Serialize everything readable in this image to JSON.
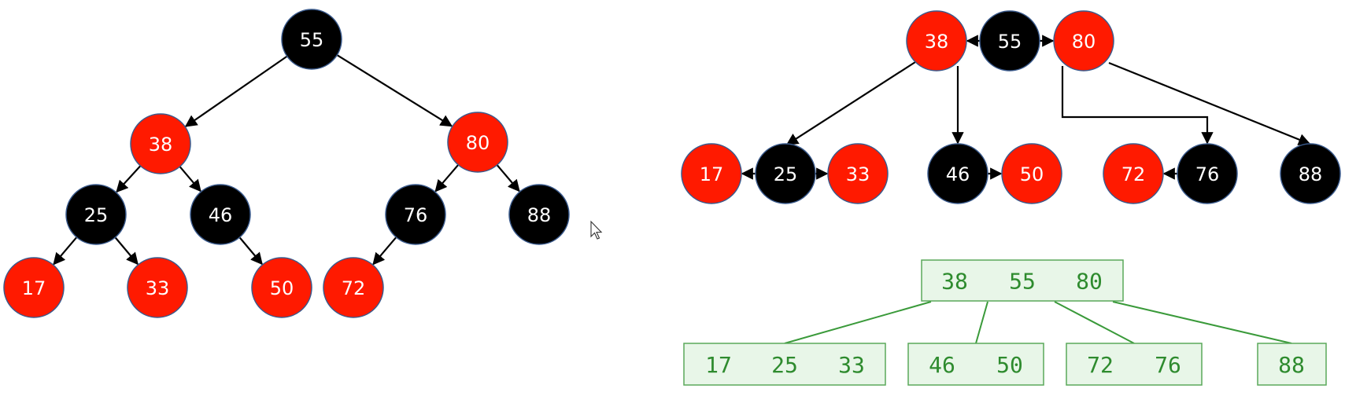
{
  "colors": {
    "red": "#ff1a00",
    "black": "#000000",
    "node_border": "#3a5a8c",
    "green_text": "#2e8b2e",
    "green_box_fill": "#e8f6e8",
    "green_box_stroke": "#5aa85a"
  },
  "rb_tree": {
    "nodes": [
      {
        "key": "55",
        "color": "black"
      },
      {
        "key": "38",
        "color": "red"
      },
      {
        "key": "80",
        "color": "red"
      },
      {
        "key": "25",
        "color": "black"
      },
      {
        "key": "46",
        "color": "black"
      },
      {
        "key": "76",
        "color": "black"
      },
      {
        "key": "88",
        "color": "black"
      },
      {
        "key": "17",
        "color": "red"
      },
      {
        "key": "33",
        "color": "red"
      },
      {
        "key": "50",
        "color": "red"
      },
      {
        "key": "72",
        "color": "red"
      }
    ],
    "edges": [
      [
        "55",
        "38"
      ],
      [
        "55",
        "80"
      ],
      [
        "38",
        "25"
      ],
      [
        "38",
        "46"
      ],
      [
        "80",
        "76"
      ],
      [
        "80",
        "88"
      ],
      [
        "25",
        "17"
      ],
      [
        "25",
        "33"
      ],
      [
        "46",
        "50"
      ],
      [
        "76",
        "72"
      ]
    ]
  },
  "grouped_tree": {
    "nodes": [
      {
        "key": "38",
        "color": "red"
      },
      {
        "key": "55",
        "color": "black"
      },
      {
        "key": "80",
        "color": "red"
      },
      {
        "key": "17",
        "color": "red"
      },
      {
        "key": "25",
        "color": "black"
      },
      {
        "key": "33",
        "color": "red"
      },
      {
        "key": "46",
        "color": "black"
      },
      {
        "key": "50",
        "color": "red"
      },
      {
        "key": "72",
        "color": "red"
      },
      {
        "key": "76",
        "color": "black"
      },
      {
        "key": "88",
        "color": "black"
      }
    ]
  },
  "btree": {
    "root": [
      "38",
      "55",
      "80"
    ],
    "children": [
      [
        "17",
        "25",
        "33"
      ],
      [
        "46",
        "50"
      ],
      [
        "72",
        "76"
      ],
      [
        "88"
      ]
    ]
  }
}
